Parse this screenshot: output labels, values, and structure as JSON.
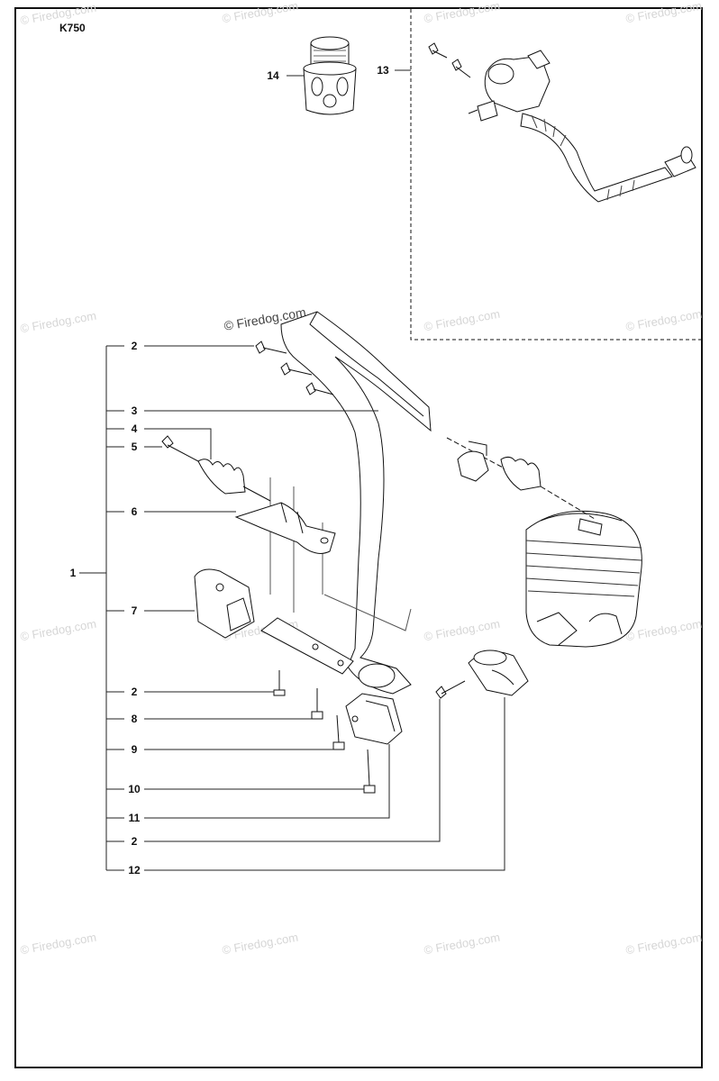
{
  "diagram": {
    "model": "K750",
    "watermark": "© Firedog.com",
    "callouts": [
      {
        "id": "c1",
        "text": "1"
      },
      {
        "id": "c2a",
        "text": "2"
      },
      {
        "id": "c3",
        "text": "3"
      },
      {
        "id": "c4",
        "text": "4"
      },
      {
        "id": "c5",
        "text": "5"
      },
      {
        "id": "c6",
        "text": "6"
      },
      {
        "id": "c7",
        "text": "7"
      },
      {
        "id": "c2b",
        "text": "2"
      },
      {
        "id": "c8",
        "text": "8"
      },
      {
        "id": "c9",
        "text": "9"
      },
      {
        "id": "c10",
        "text": "10"
      },
      {
        "id": "c11",
        "text": "11"
      },
      {
        "id": "c2c",
        "text": "2"
      },
      {
        "id": "c12",
        "text": "12"
      },
      {
        "id": "c13",
        "text": "13"
      },
      {
        "id": "c14",
        "text": "14"
      }
    ]
  }
}
